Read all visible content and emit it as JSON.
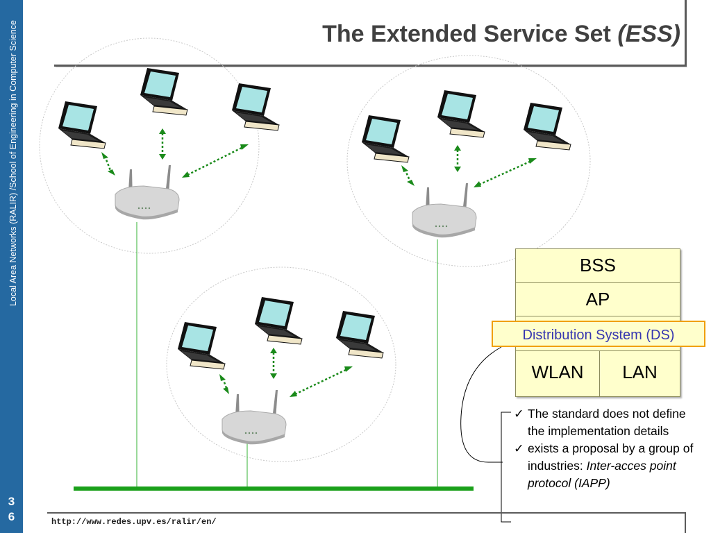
{
  "sidebar": {
    "text": "Local Area Networks (RALIR) /School of Engineering in Computer Science",
    "page_number_line1": "3",
    "page_number_line2": "6"
  },
  "title": {
    "main": "The Extended Service Set ",
    "emphasis": "(ESS)"
  },
  "diagram": {
    "icons": {
      "laptop": "laptop-icon",
      "access_point": "access-point-icon"
    },
    "colors": {
      "link": "#1a8a1a",
      "backbone": "#1aa01a",
      "wire": "#33b333",
      "cell": "#c8c8c8",
      "laptop_screen": "#a8e4e4"
    }
  },
  "stack": {
    "bss": "BSS",
    "ap": "AP",
    "ds": "Distribution System (DS)",
    "wlan": "WLAN",
    "lan": "LAN"
  },
  "notes": {
    "check": "✓",
    "item1": "The standard does not define the implementation details",
    "item2_text": "exists a proposal by a group of industries:",
    "item2_emphasis": "Inter-acces point protocol (IAPP)"
  },
  "footer": {
    "url": "http://www.redes.upv.es/ralir/en/"
  }
}
